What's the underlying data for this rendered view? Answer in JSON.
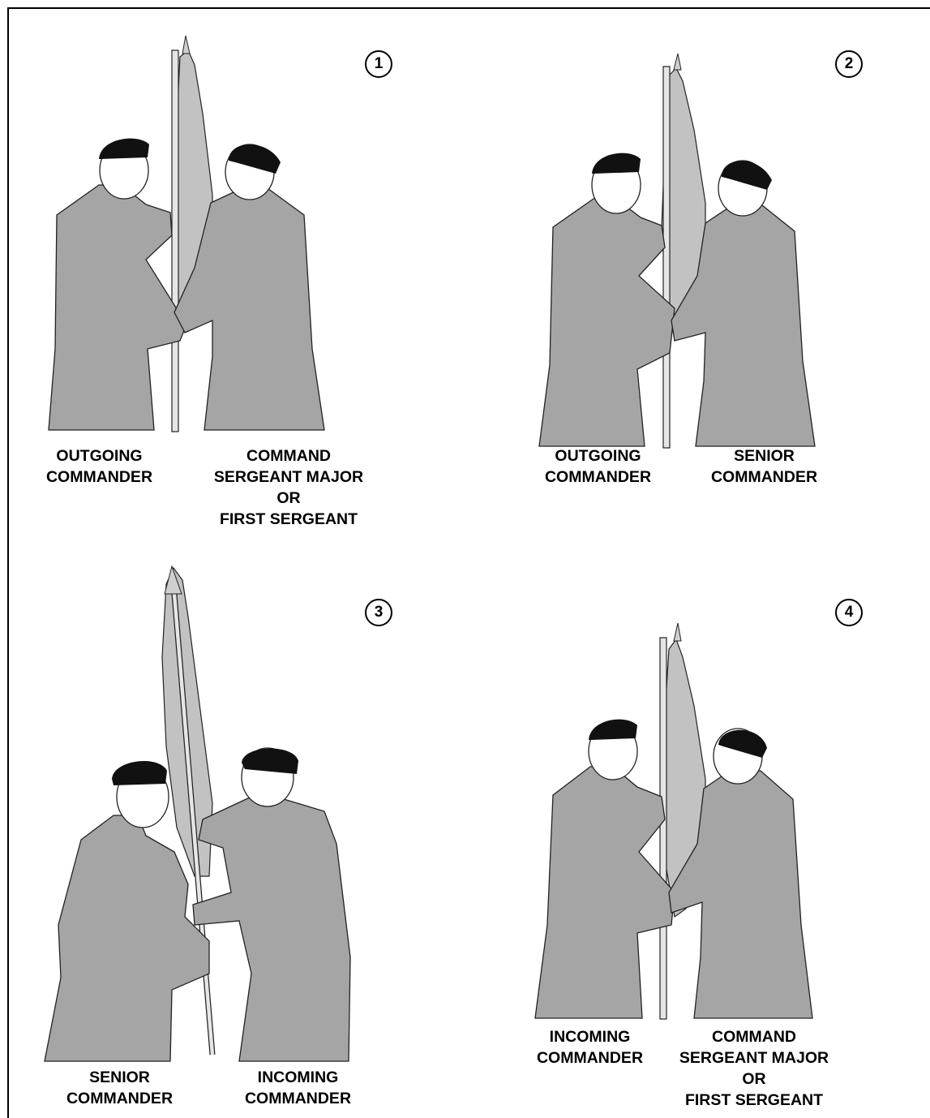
{
  "colors": {
    "uniform": "#a5a5a5",
    "flag": "#c2c2c2",
    "skin": "#ffffff",
    "beret": "#111111",
    "outline": "#222222"
  },
  "panels": [
    {
      "number": "1",
      "left_label": [
        "OUTGOING",
        "COMMANDER"
      ],
      "right_label": [
        "COMMAND",
        "SERGEANT MAJOR",
        "OR",
        "FIRST SERGEANT"
      ]
    },
    {
      "number": "2",
      "left_label": [
        "OUTGOING",
        "COMMANDER"
      ],
      "right_label": [
        "SENIOR",
        "COMMANDER"
      ]
    },
    {
      "number": "3",
      "left_label": [
        "SENIOR",
        "COMMANDER"
      ],
      "right_label": [
        "INCOMING",
        "COMMANDER"
      ]
    },
    {
      "number": "4",
      "left_label": [
        "INCOMING",
        "COMMANDER"
      ],
      "right_label": [
        "COMMAND",
        "SERGEANT MAJOR",
        "OR",
        "FIRST SERGEANT"
      ]
    }
  ]
}
